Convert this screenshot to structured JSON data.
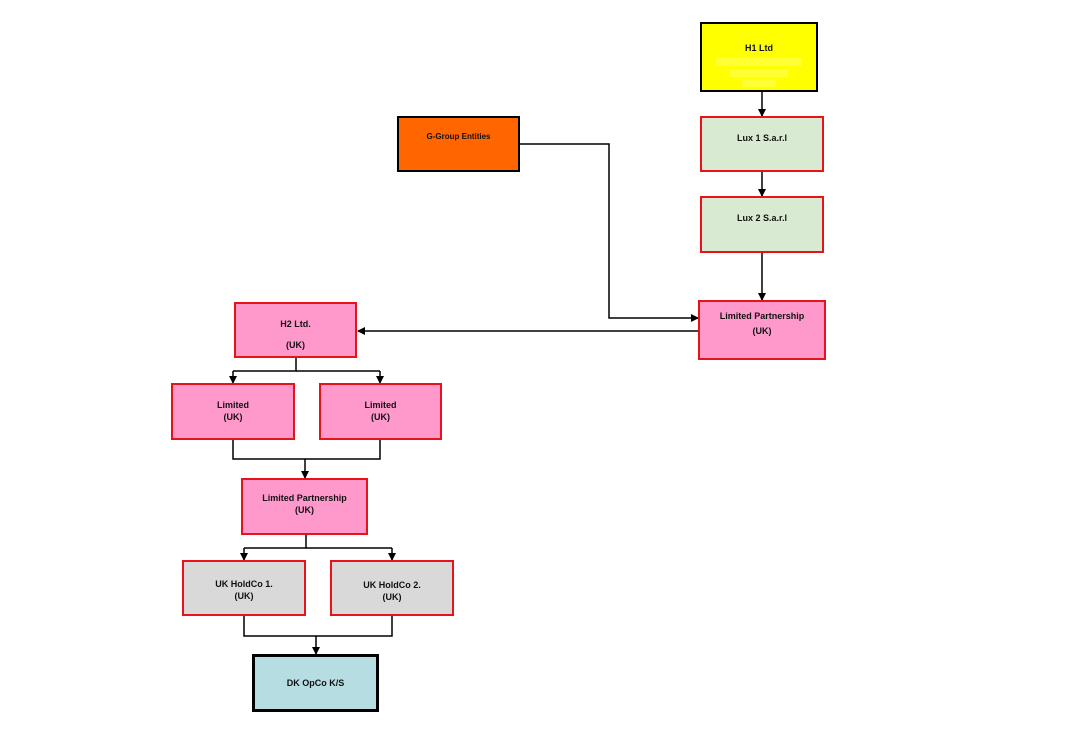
{
  "diagram_title": "",
  "colors": {
    "yellow": "#ffff00",
    "highlight": "#ffff33",
    "orange": "#ff6600",
    "green": "#d9ead3",
    "pink": "#ff99cc",
    "gray": "#d9d9d9",
    "teal": "#b6dde1",
    "border_red": "#e8121b",
    "border_dark": "#000000",
    "arrow": "#000000"
  },
  "nodes": {
    "h1": {
      "line1": "H1 Ltd"
    },
    "ggroup": {
      "line1": "G-Group Entities"
    },
    "lux1": {
      "line1": "Lux 1 S.a.r.l"
    },
    "lux2": {
      "line1": "Lux 2 S.a.r.l"
    },
    "lp_top": {
      "line1": "Limited Partnership",
      "line2": "(UK)"
    },
    "h2": {
      "line1": "H2 Ltd.",
      "line2": "(UK)"
    },
    "limited_left": {
      "line1": "Limited",
      "line2": "(UK)"
    },
    "limited_right": {
      "line1": "Limited",
      "line2": "(UK)"
    },
    "lp_mid": {
      "line1": "Limited Partnership",
      "line2": "(UK)"
    },
    "holdco1": {
      "line1": "UK HoldCo 1.",
      "line2": "(UK)"
    },
    "holdco2": {
      "line1": "UK HoldCo 2.",
      "line2": "(UK)"
    },
    "dk_opco": {
      "line1": "DK OpCo K/S"
    }
  }
}
